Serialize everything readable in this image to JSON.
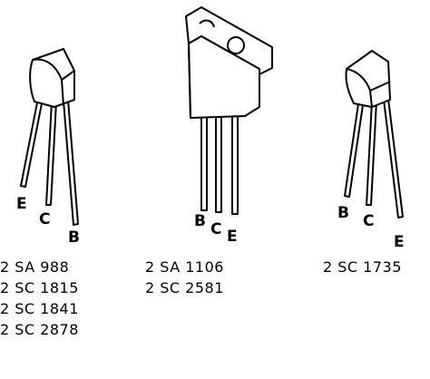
{
  "packages": [
    {
      "id": "left",
      "pin_labels": [
        "E",
        "C",
        "B"
      ],
      "part_numbers": [
        "2 SA  988",
        "2 SC  1815",
        "2 SC  1841",
        "2 SC  2878"
      ]
    },
    {
      "id": "middle",
      "pin_labels": [
        "B",
        "C",
        "E"
      ],
      "part_numbers": [
        "2 SA  1106",
        "2 SC  2581"
      ]
    },
    {
      "id": "right",
      "pin_labels": [
        "B",
        "C",
        "E"
      ],
      "part_numbers": [
        "2 SC  1735"
      ]
    }
  ]
}
